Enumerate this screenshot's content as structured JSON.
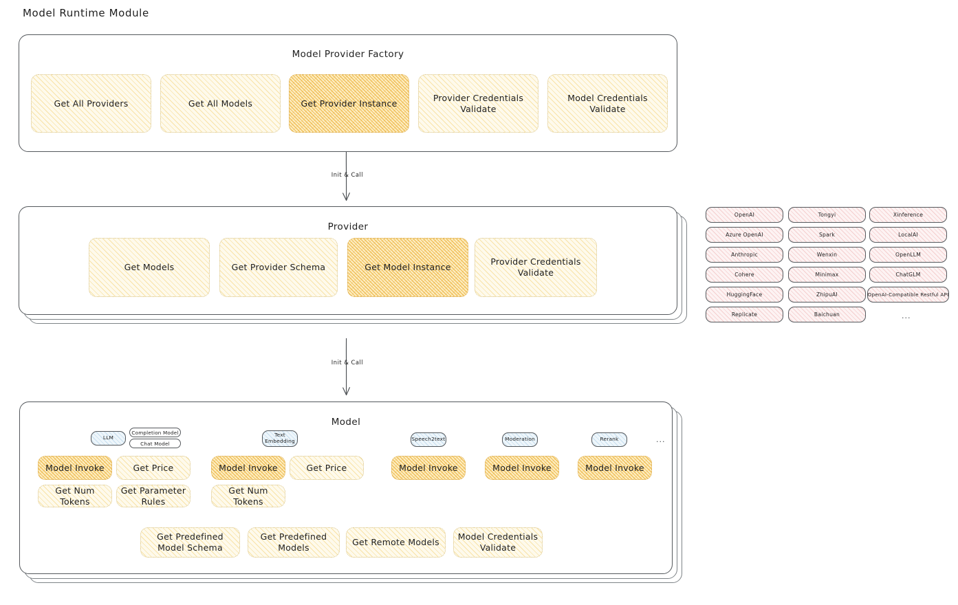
{
  "title": "Model Runtime Module",
  "factory": {
    "title": "Model Provider Factory",
    "boxes": [
      {
        "label": "Get All Providers",
        "highlight": false
      },
      {
        "label": "Get All Models",
        "highlight": false
      },
      {
        "label": "Get Provider Instance",
        "highlight": true
      },
      {
        "label": "Provider Credentials Validate",
        "highlight": false
      },
      {
        "label": "Model Credentials Validate",
        "highlight": false
      }
    ]
  },
  "arrows": [
    {
      "label": "Init & Call"
    },
    {
      "label": "Init & Call"
    }
  ],
  "provider": {
    "title": "Provider",
    "boxes": [
      {
        "label": "Get Models",
        "highlight": false
      },
      {
        "label": "Get Provider Schema",
        "highlight": false
      },
      {
        "label": "Get Model Instance",
        "highlight": true
      },
      {
        "label": "Provider Credentials Validate",
        "highlight": false
      }
    ]
  },
  "provider_list": {
    "columns": [
      {
        "items": [
          "OpenAI",
          "Azure OpenAI",
          "Anthropic",
          "Cohere",
          "HuggingFace",
          "Replicate"
        ]
      },
      {
        "items": [
          "Tongyi",
          "Spark",
          "Wenxin",
          "Minimax",
          "ZhipuAI",
          "Baichuan"
        ]
      },
      {
        "items": [
          "Xinference",
          "LocalAI",
          "OpenLLM",
          "ChatGLM",
          "OpenAI-Compatible Restful API"
        ]
      }
    ],
    "more_mark": "..."
  },
  "model": {
    "title": "Model",
    "more_mark": "...",
    "types": [
      {
        "pill": "LLM",
        "tags": [
          "Completion Model",
          "Chat Model"
        ],
        "boxes": [
          {
            "label": "Model Invoke",
            "highlight": true
          },
          {
            "label": "Get Price",
            "highlight": false
          },
          {
            "label": "Get Num Tokens",
            "highlight": false
          },
          {
            "label": "Get Parameter Rules",
            "highlight": false
          }
        ]
      },
      {
        "pill": "Text Embedding",
        "tags": [],
        "boxes": [
          {
            "label": "Model Invoke",
            "highlight": true
          },
          {
            "label": "Get Price",
            "highlight": false
          },
          {
            "label": "Get Num Tokens",
            "highlight": false
          }
        ]
      },
      {
        "pill": "Speech2text",
        "tags": [],
        "boxes": [
          {
            "label": "Model Invoke",
            "highlight": true
          }
        ]
      },
      {
        "pill": "Moderation",
        "tags": [],
        "boxes": [
          {
            "label": "Model Invoke",
            "highlight": true
          }
        ]
      },
      {
        "pill": "Rerank",
        "tags": [],
        "boxes": [
          {
            "label": "Model Invoke",
            "highlight": true
          }
        ]
      }
    ],
    "common_boxes": [
      {
        "label": "Get Predefined Model Schema"
      },
      {
        "label": "Get Predefined Models"
      },
      {
        "label": "Get Remote Models"
      },
      {
        "label": "Model Credentials Validate"
      }
    ]
  },
  "colors": {
    "stroke": "#54585c",
    "fill_yellow_light": "#fefaec",
    "fill_yellow_strong": "#fdeec4",
    "fill_pink": "#fdf3f3",
    "fill_blue": "#eef6fb"
  }
}
